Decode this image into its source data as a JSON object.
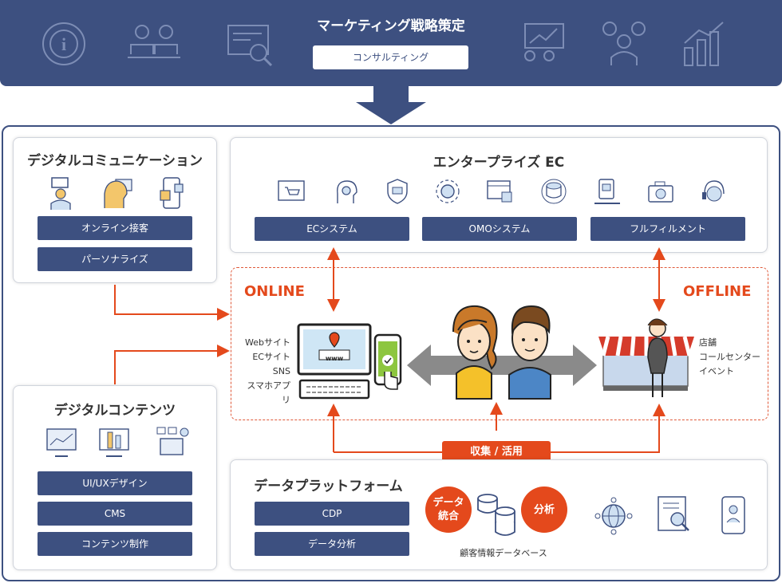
{
  "top": {
    "title": "マーケティング戦略策定",
    "button": "コンサルティング"
  },
  "digital_comm": {
    "title": "デジタルコミュニケーション",
    "items": [
      "オンライン接客",
      "パーソナライズ"
    ]
  },
  "enterprise": {
    "title": "エンタープライズ EC",
    "items": [
      "ECシステム",
      "OMOシステム",
      "フルフィルメント"
    ]
  },
  "online": {
    "label": "ONLINE",
    "channels": [
      "Webサイト",
      "ECサイト",
      "SNS",
      "スマホアプリ"
    ],
    "www": "www"
  },
  "offline": {
    "label": "OFFLINE",
    "channels": [
      "店舗",
      "コールセンター",
      "イベント"
    ]
  },
  "contents": {
    "title": "デジタルコンテンツ",
    "items": [
      "UI/UXデザイン",
      "CMS",
      "コンテンツ制作"
    ]
  },
  "platform": {
    "title": "データプラットフォーム",
    "items": [
      "CDP",
      "データ分析"
    ],
    "circle_left": "データ\n統合",
    "circle_right": "分析",
    "db_label": "顧客情報データベース",
    "collect": "収集 / 活用"
  },
  "colors": {
    "navy": "#3d5080",
    "accent": "#e4491c"
  }
}
